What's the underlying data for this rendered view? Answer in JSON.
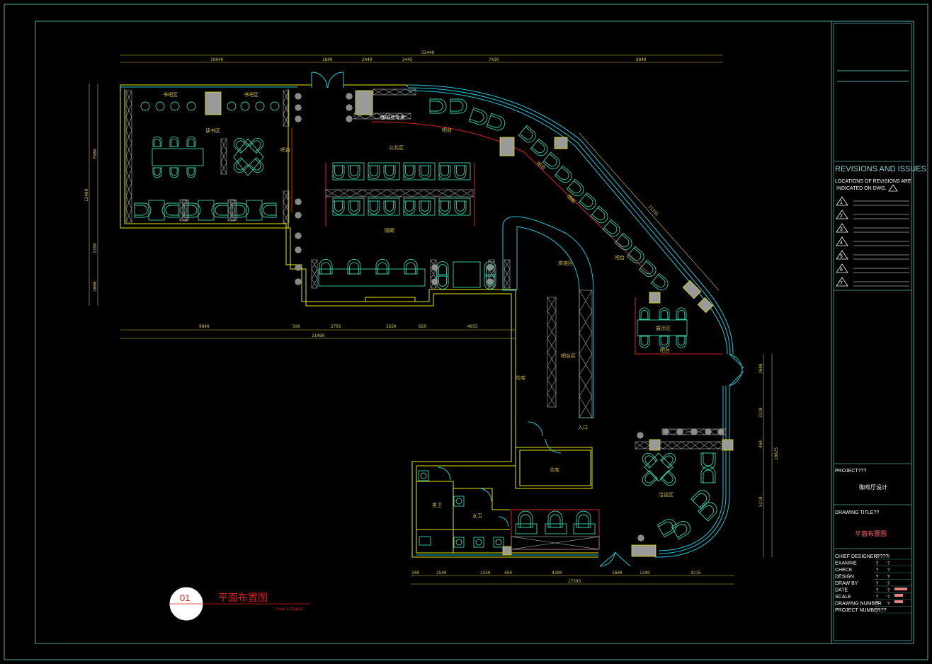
{
  "colors": {
    "frame": "#4fa89a",
    "wall": "#e6e600",
    "glass": "#22c7d6",
    "furniture": "#39d0b0",
    "red": "#e02020",
    "dim": "#d6c23a",
    "gray": "#9a9a9a"
  },
  "dimensions": {
    "top_total": "32440",
    "top": [
      "10840",
      "1600",
      "2440",
      "2445",
      "7430",
      "8840"
    ],
    "middle_total": "21480",
    "middle": [
      "9840",
      "590",
      "2795",
      "2650",
      "650",
      "4955"
    ],
    "bottom_total": "17595",
    "bottom": [
      "340",
      "2540",
      "2350",
      "450",
      "4200",
      "1600",
      "1340",
      "4215"
    ],
    "left": [
      "7500",
      "12400",
      "2350",
      "2000"
    ],
    "right": [
      "1600",
      "3310",
      "460",
      "5210",
      "10625"
    ],
    "diagonal": "11335"
  },
  "rooms": {
    "book_left": "书吧区",
    "book_right": "书吧区",
    "reading": "读书区",
    "bar_seat": "吧台",
    "public": "公共区",
    "coffee_counter": "咖啡豆专卖",
    "bar_curve_1": "吧台",
    "bar_curve_2": "吧台",
    "partition": "隔断",
    "partition_2": "隔断",
    "bar_curve_3": "吧台",
    "smoking": "烘焙区",
    "display": "展示区",
    "display_bar": "吧台",
    "counter": "吧台区",
    "storage": "仓库",
    "entrance": "入口",
    "warehouse": "仓库",
    "mens": "男卫",
    "womens": "女卫",
    "leisure": "洽谈区"
  },
  "title_badge": {
    "number": "01",
    "title": "平面布置图",
    "scale": "Scale 1:120@A3"
  },
  "title_block": {
    "revisions_title": "REVISIONS AND ISSUES",
    "revisions_note_1": "LOCATIONS OF REVISIONS ARE",
    "revisions_note_2": "INDICATED ON DWG.",
    "revision_numbers": [
      "1",
      "2",
      "3",
      "4",
      "5",
      "6",
      "7"
    ],
    "project_label": "PROJECT???",
    "project_name": "咖啡厅设计",
    "drawing_label": "DRAWING TITLE??",
    "drawing_name": "平面布置图",
    "rows": [
      "CHIEF DESIGNER????",
      "EXANINE",
      "CHECK",
      "DESIGN",
      "DRAW BY",
      "DATE",
      "SCALE",
      "DRAWING NUMBER",
      "PROJECT NUMBER??"
    ],
    "row_marks": [
      "?",
      "?",
      "?",
      "?",
      "?",
      "?",
      "?",
      "?"
    ]
  }
}
